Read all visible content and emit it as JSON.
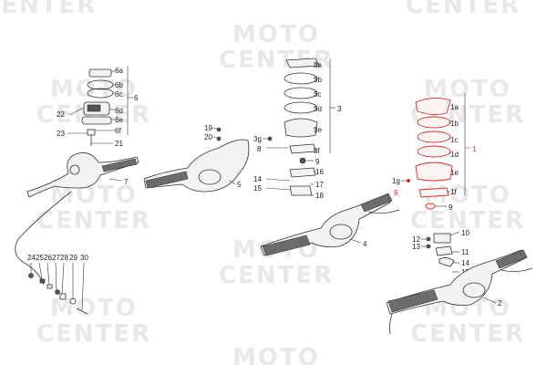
{
  "watermark": {
    "line1": "MOTO",
    "line2": "CENTER"
  },
  "callouts": {
    "c1": "1",
    "c1a": "1a",
    "c1b": "1b",
    "c1c": "1c",
    "c1d": "1d",
    "c1e": "1e",
    "c1f": "1f",
    "c1g": "1g",
    "c2": "2",
    "c3": "3",
    "c3a": "3a",
    "c3b": "3b",
    "c3c": "3c",
    "c3d": "3d",
    "c3e": "3e",
    "c3f": "3f",
    "c3g": "3g",
    "c4": "4",
    "c5": "5",
    "c6": "6",
    "c6a": "6a",
    "c6b": "6b",
    "c6c": "6c",
    "c6d": "6d",
    "c6e": "6e",
    "c6f": "6f",
    "c7": "7",
    "c8": "8",
    "c9": "9",
    "c10": "10",
    "c11": "11",
    "c12": "12",
    "c13": "13",
    "c14": "14",
    "c15": "15",
    "c16": "16",
    "c17": "17",
    "c18": "18",
    "c19": "19",
    "c20": "20",
    "c21": "21",
    "c22": "22",
    "c23": "23",
    "c24": "24",
    "c25": "25",
    "c26": "26",
    "c27": "27",
    "c28": "28",
    "c29": "29",
    "c30": "30"
  },
  "colors": {
    "highlight": "#d42b2b",
    "line": "#333333",
    "watermark": "#e8e8e8"
  }
}
